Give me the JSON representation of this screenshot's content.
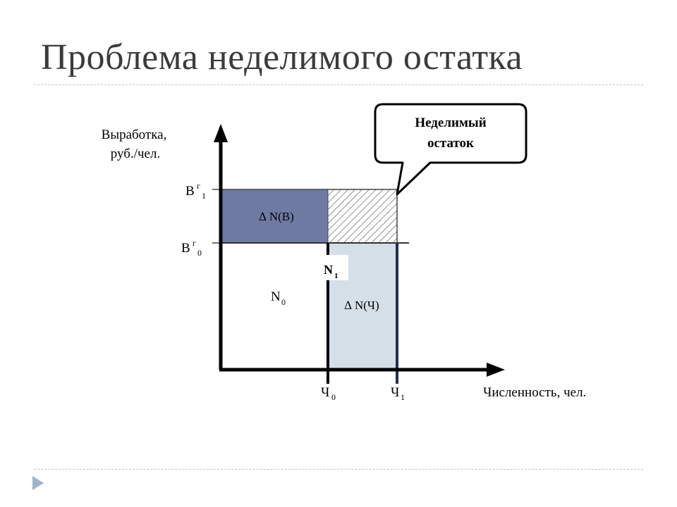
{
  "slide": {
    "title": "Проблема неделимого остатка"
  },
  "diagram": {
    "y_axis_label": [
      "Выработка,",
      "руб./чел."
    ],
    "x_axis_label": "Численность, чел.",
    "y_ticks": {
      "upper": {
        "main": "В",
        "sup": "г",
        "sub": "1"
      },
      "lower": {
        "main": "В",
        "sup": "г",
        "sub": "0"
      }
    },
    "x_ticks": {
      "left": {
        "main": "Ч",
        "sub": "0"
      },
      "right": {
        "main": "Ч",
        "sub": "1"
      }
    },
    "regions": {
      "delta_b": "∆ N(В)",
      "delta_ch": "∆ N(Ч)",
      "n0": {
        "main": "N",
        "sub": "0"
      },
      "n1": {
        "main": "N",
        "sub": "1"
      }
    },
    "callout": [
      "Неделимый",
      "остаток"
    ],
    "colors": {
      "delta_b_fill": "#6f7aa3",
      "delta_ch_fill": "#d5dfe8",
      "right_edge": "#1f2d5c",
      "hatch": "#555555"
    }
  }
}
